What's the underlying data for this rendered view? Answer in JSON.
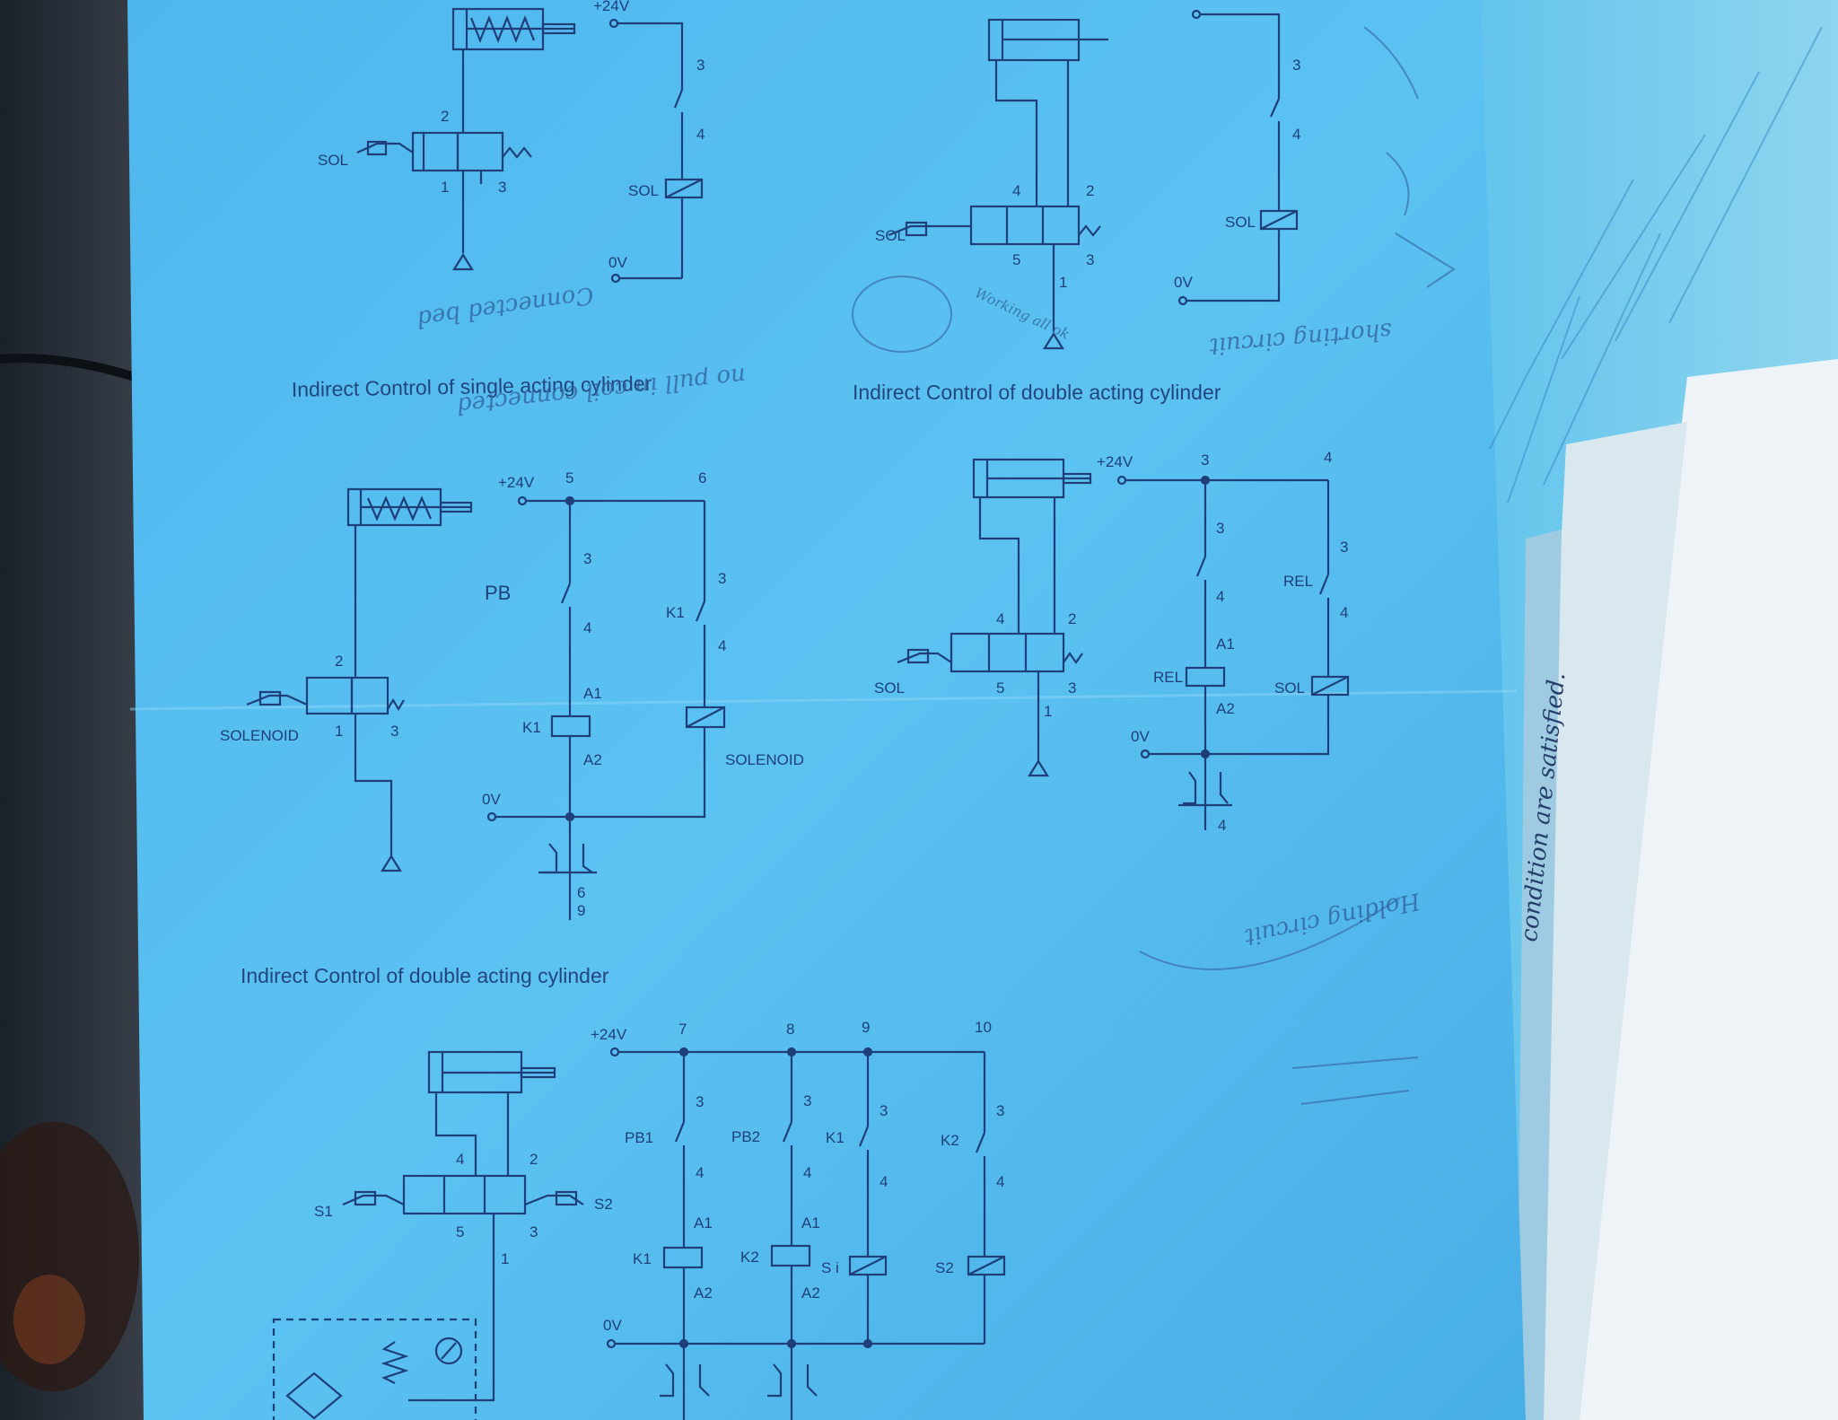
{
  "captions": {
    "c1": "Indirect Control of single acting cylinder",
    "c2": "Indirect Control of double acting cylinder",
    "c3": "Indirect Control of double acting cylinder"
  },
  "labels": {
    "plus24": "+24V",
    "zero": "0V",
    "sol": "SOL",
    "solenoid": "SOLENOID",
    "pb": "PB",
    "rel": "REL",
    "k1": "K1",
    "k2": "K2",
    "a1": "A1",
    "a2": "A2",
    "pb1": "PB1",
    "pb2": "PB2",
    "s1": "S1",
    "s2": "S2",
    "si": "S i"
  },
  "numbers": {
    "n1": "1",
    "n2": "2",
    "n3": "3",
    "n4": "4",
    "n5": "5",
    "n6": "6",
    "n7": "7",
    "n8": "8",
    "n9": "9",
    "n10": "10"
  },
  "handwriting": {
    "h1": "Connected bed",
    "h2": "no pull in coil connected",
    "h3": "Working all ok",
    "h4": "shorting circuit",
    "h5": "Holding circuit",
    "h6": "condition are satisfied."
  }
}
